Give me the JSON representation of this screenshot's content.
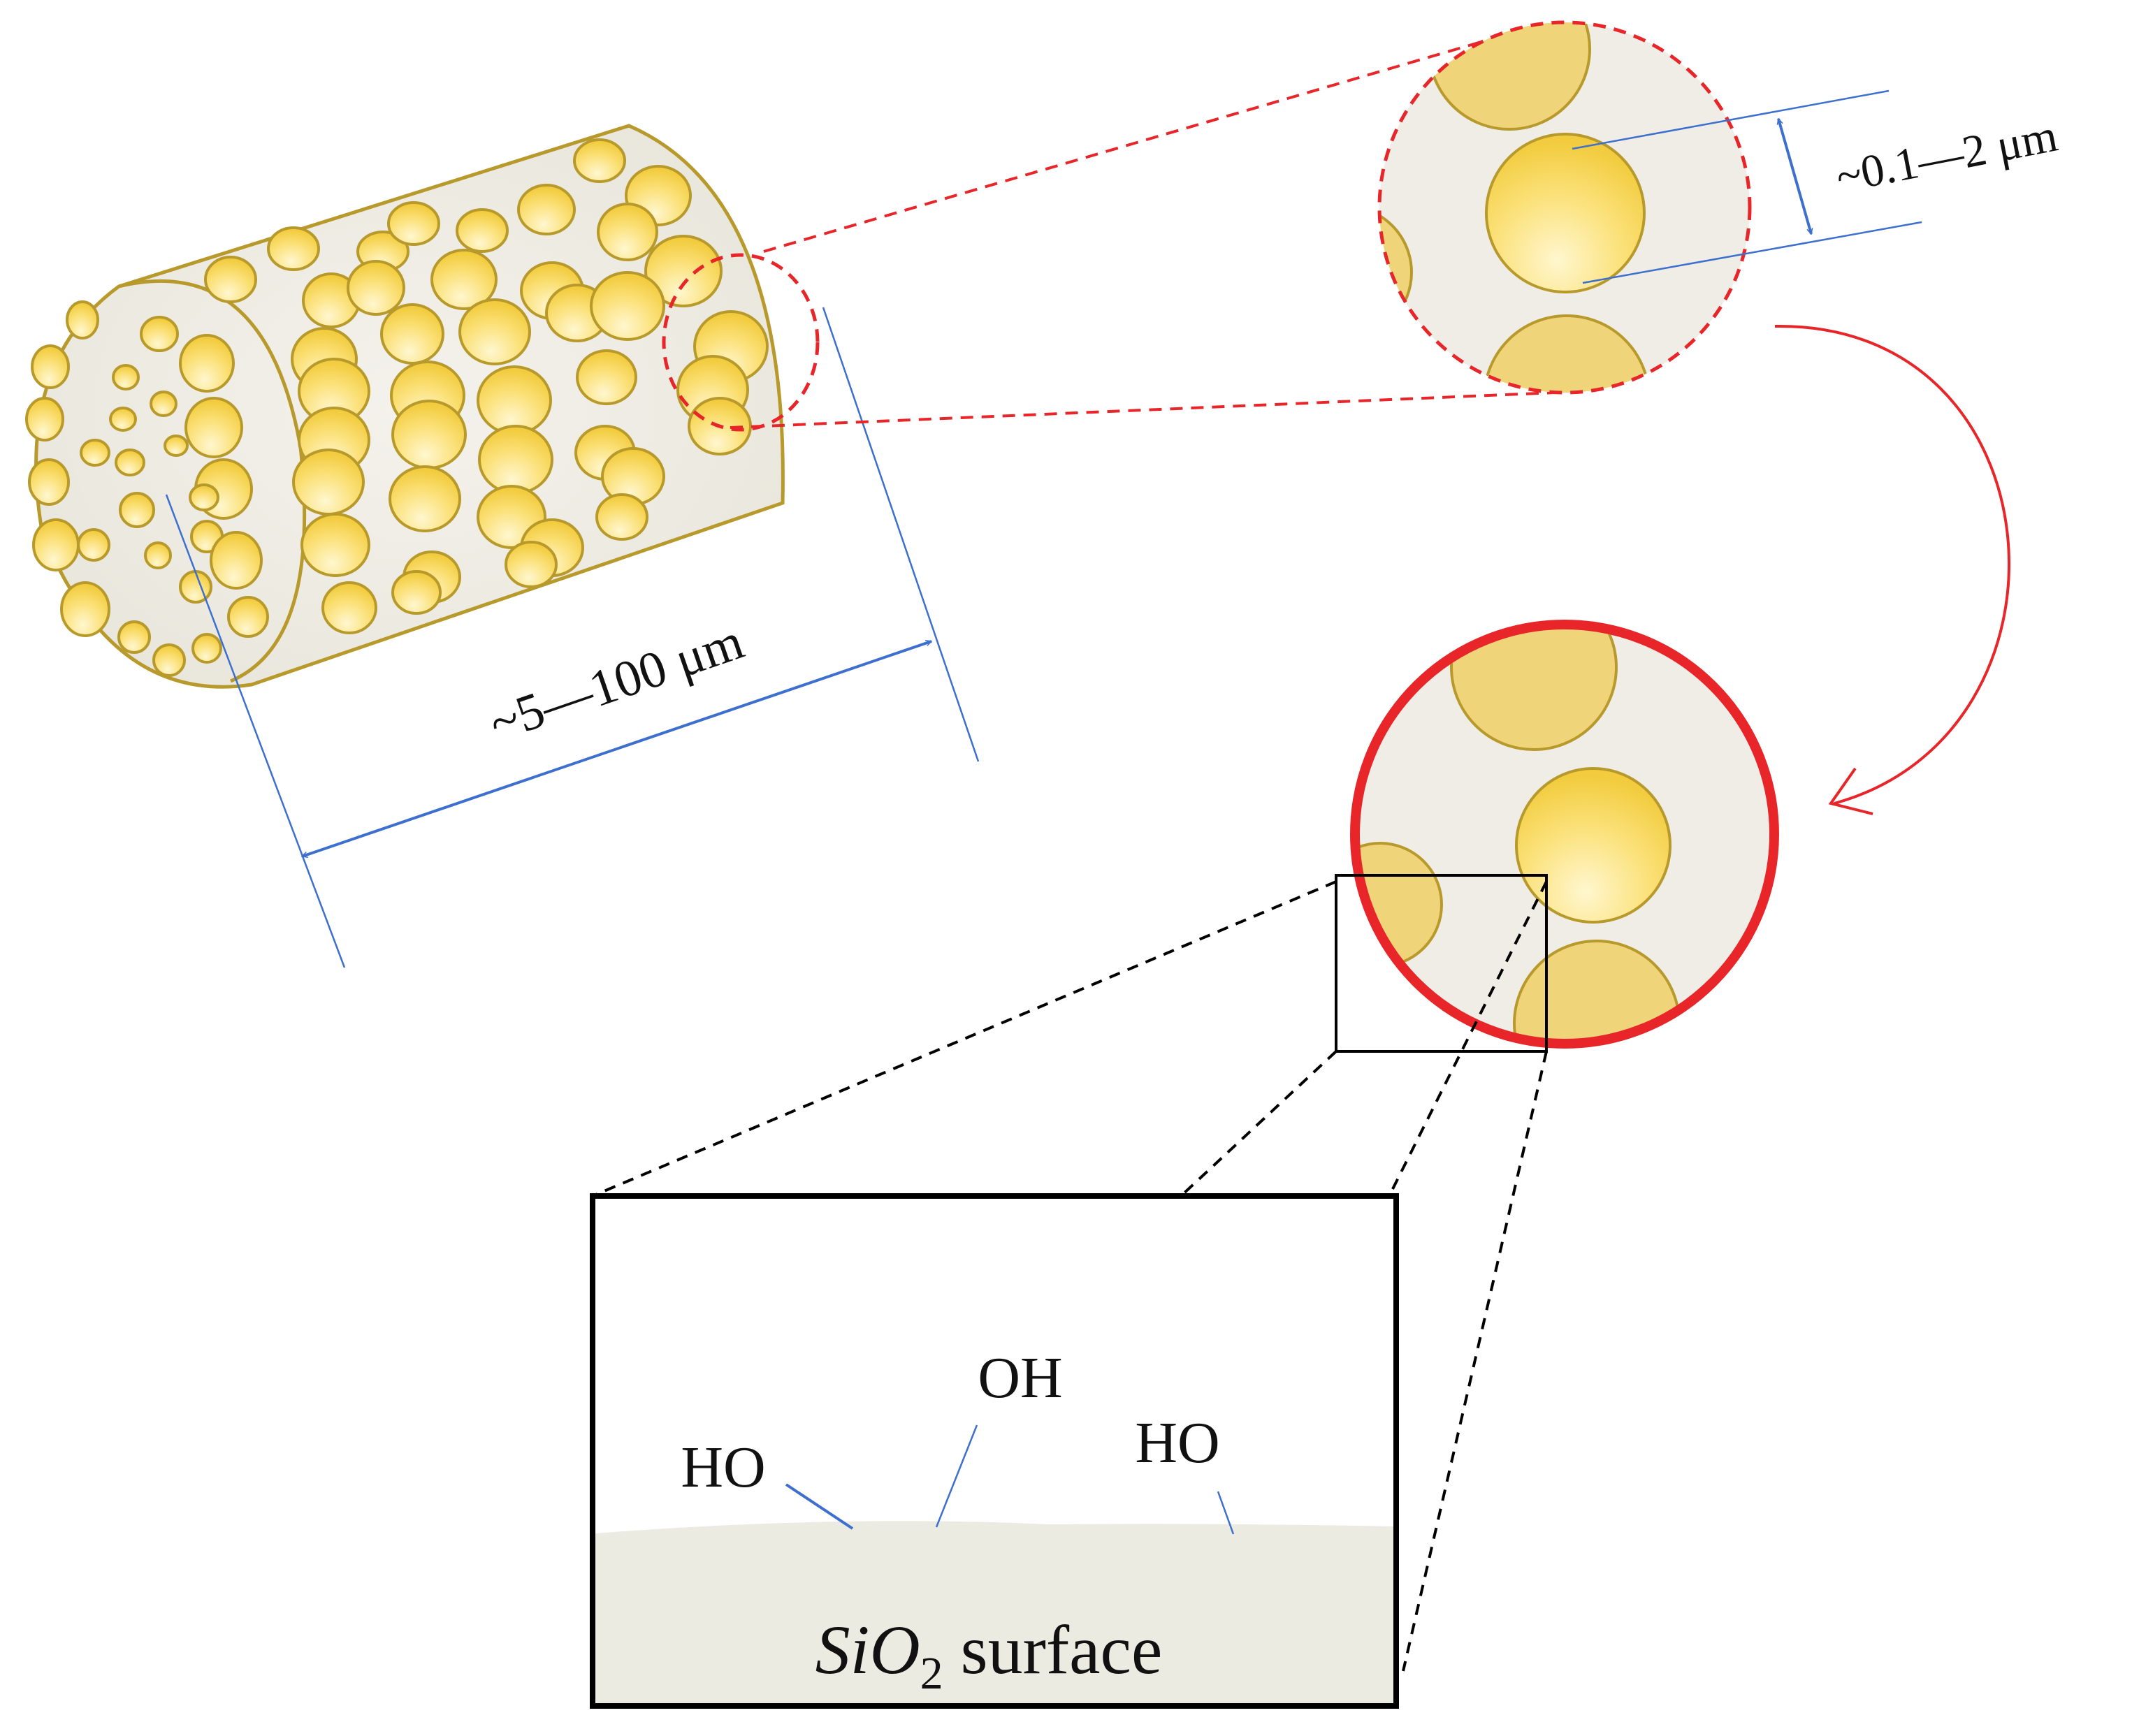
{
  "labels": {
    "fiber_length": "~5—100 μm",
    "pore_size": "~0.1—2 μm",
    "group_ho_left": "HO",
    "group_oh_center": "OH",
    "group_ho_right": "HO",
    "surface_formula": "SiO",
    "surface_subscript": "2",
    "surface_word": " surface"
  },
  "colors": {
    "fiber_body": "#efede5",
    "fiber_edge": "#b89a2c",
    "pore_fill": "#f7d44e",
    "pore_highlight": "#fff6c8",
    "dimension_line": "#3d6fcf",
    "zoom_marker": "#e8262a",
    "surface_fill": "#ecebe2",
    "frame": "#000000"
  }
}
